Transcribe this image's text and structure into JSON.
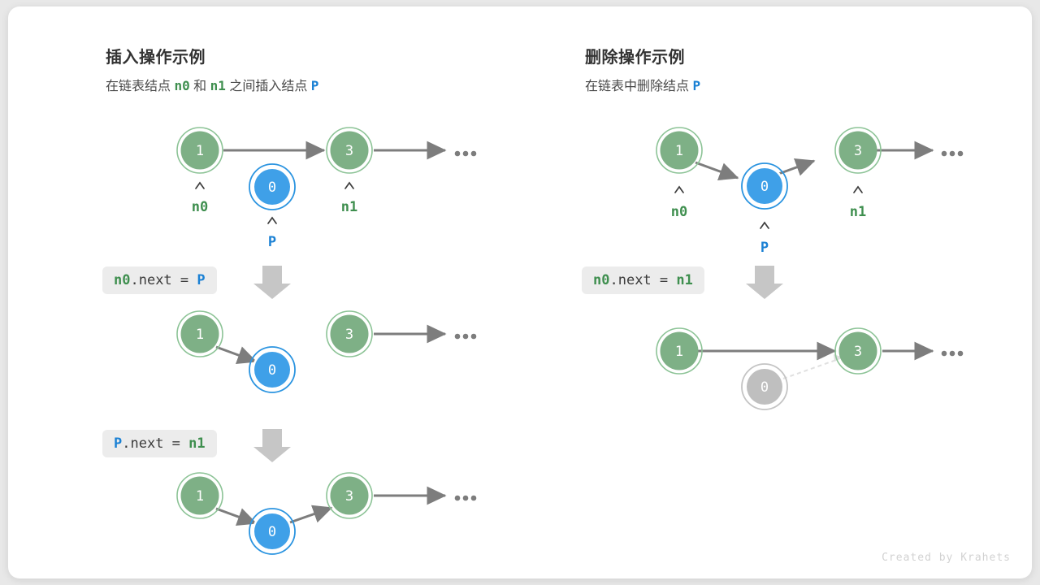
{
  "meta": {
    "watermark": "Created by Krahets",
    "colors": {
      "node_green_fill": "#7eb086",
      "node_green_ring": "#8cc396",
      "node_blue_fill": "#3fa0e8",
      "node_blue_ring": "#2b94e0",
      "node_gray_fill": "#bfbfbf",
      "node_gray_ring": "#c4c4c4",
      "arrow": "#7d7d7d",
      "arrow_dashed": "#e0e0e0",
      "label_green": "#3f8f4f",
      "label_blue": "#1b81d4",
      "codebox_bg": "#ececec",
      "down_arrow": "#c6c6c6",
      "card_bg": "#ffffff",
      "page_bg": "#e8e8e8"
    }
  },
  "panels": [
    {
      "id": "insert",
      "title": "插入操作示例",
      "subtitle": {
        "parts": [
          {
            "text": "在链表结点 ",
            "style": "plain"
          },
          {
            "text": "n0",
            "style": "green-mono"
          },
          {
            "text": " 和 ",
            "style": "plain"
          },
          {
            "text": "n1",
            "style": "green-mono"
          },
          {
            "text": " 之间插入结点 ",
            "style": "plain"
          },
          {
            "text": "P",
            "style": "blue-mono"
          }
        ]
      },
      "steps": [
        {
          "code": {
            "parts": [
              {
                "text": "n0",
                "style": "green-mono"
              },
              {
                "text": ".next = ",
                "style": "plain"
              },
              {
                "text": "P",
                "style": "blue-mono"
              }
            ]
          },
          "nodes": [
            {
              "value": "1",
              "color": "green",
              "label": "n0",
              "label_color": "green"
            },
            {
              "value": "0",
              "color": "blue",
              "label": "P",
              "label_color": "blue"
            },
            {
              "value": "3",
              "color": "green",
              "label": "n1",
              "label_color": "green"
            }
          ],
          "ellipsis": "..."
        },
        {
          "code": {
            "parts": [
              {
                "text": "P",
                "style": "blue-mono"
              },
              {
                "text": ".next = ",
                "style": "plain"
              },
              {
                "text": "n1",
                "style": "green-mono"
              }
            ]
          },
          "nodes": [
            {
              "value": "1",
              "color": "green"
            },
            {
              "value": "0",
              "color": "blue"
            },
            {
              "value": "3",
              "color": "green"
            }
          ],
          "ellipsis": "..."
        },
        {
          "nodes": [
            {
              "value": "1",
              "color": "green"
            },
            {
              "value": "0",
              "color": "blue"
            },
            {
              "value": "3",
              "color": "green"
            }
          ],
          "ellipsis": "..."
        }
      ]
    },
    {
      "id": "delete",
      "title": "删除操作示例",
      "subtitle": {
        "parts": [
          {
            "text": "在链表中删除结点 ",
            "style": "plain"
          },
          {
            "text": "P",
            "style": "blue-mono"
          }
        ]
      },
      "steps": [
        {
          "code": {
            "parts": [
              {
                "text": "n0",
                "style": "green-mono"
              },
              {
                "text": ".next = ",
                "style": "plain"
              },
              {
                "text": "n1",
                "style": "green-mono"
              }
            ]
          },
          "nodes": [
            {
              "value": "1",
              "color": "green",
              "label": "n0",
              "label_color": "green"
            },
            {
              "value": "0",
              "color": "blue",
              "label": "P",
              "label_color": "blue"
            },
            {
              "value": "3",
              "color": "green",
              "label": "n1",
              "label_color": "green"
            }
          ],
          "ellipsis": "..."
        },
        {
          "nodes": [
            {
              "value": "1",
              "color": "green"
            },
            {
              "value": "0",
              "color": "gray"
            },
            {
              "value": "3",
              "color": "green"
            }
          ],
          "ellipsis": "..."
        }
      ]
    }
  ]
}
